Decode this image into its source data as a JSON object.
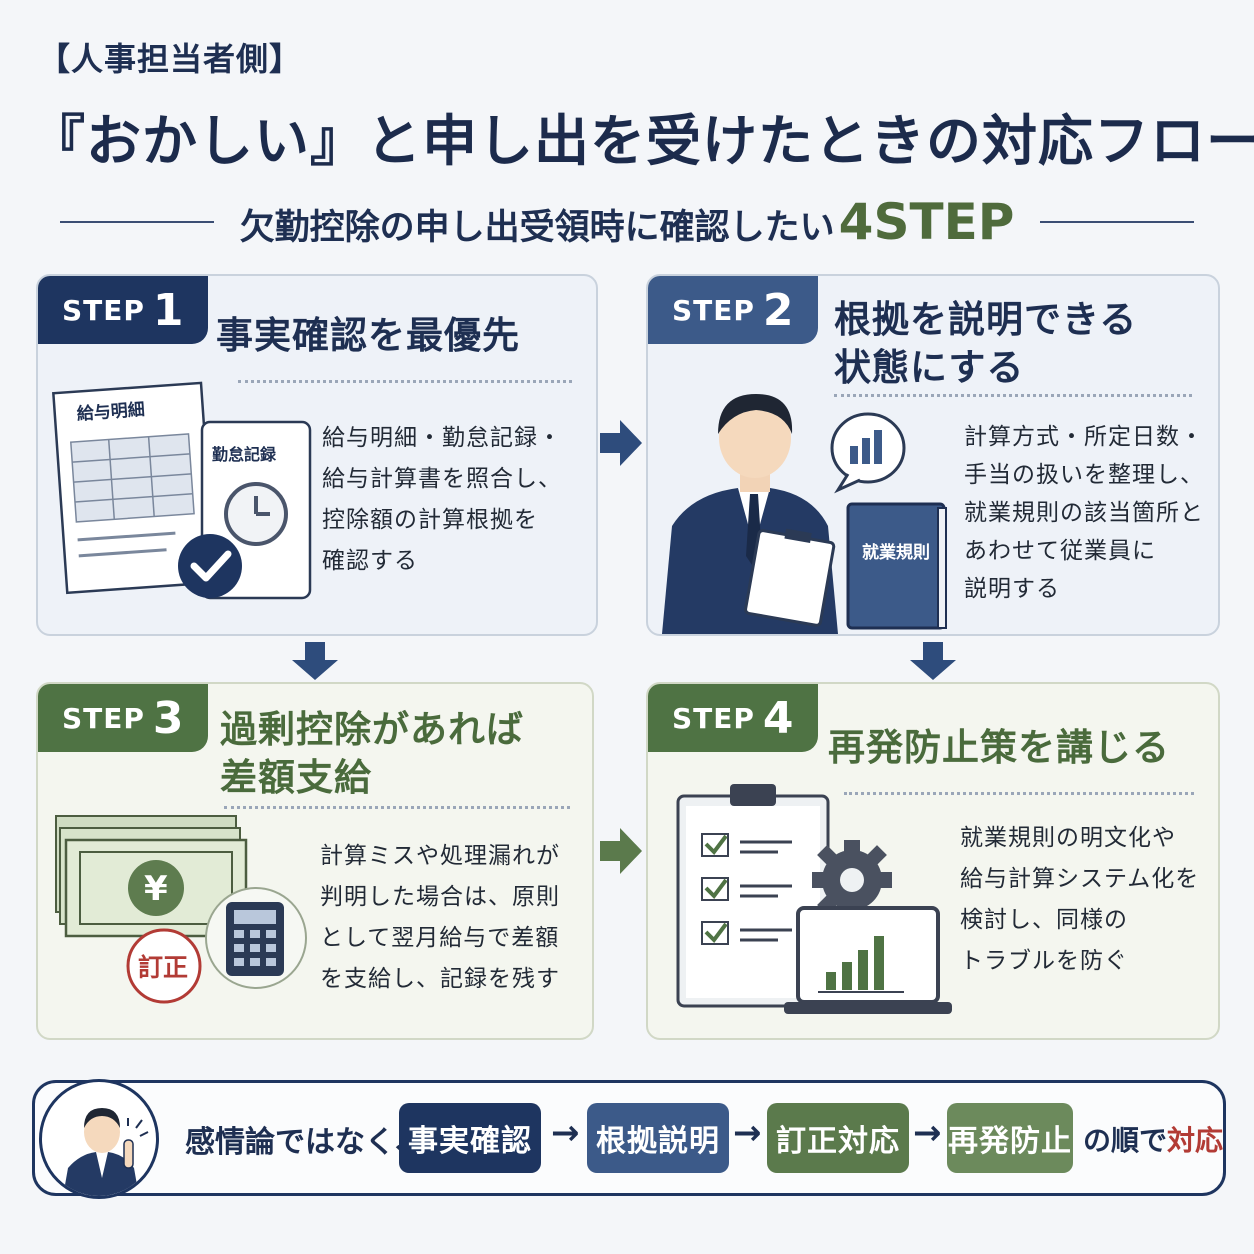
{
  "header": {
    "bracket_title": "【人事担当者側】",
    "main_title": "『おかしい』と申し出を受けたときの対応フロー",
    "subtitle": "欠勤控除の申し出受領時に確認したい",
    "subtitle_accent": "4STEP"
  },
  "steps": [
    {
      "badge_word": "STEP",
      "badge_num": "1",
      "title_line1": "事実確認を最優先",
      "title_line2": "",
      "illustration_labels": [
        "給与明細",
        "勤怠記録"
      ],
      "body": [
        "給与明細・勤怠記録・",
        "給与計算書を照合し、",
        "控除額の計算根拠を",
        "確認する"
      ]
    },
    {
      "badge_word": "STEP",
      "badge_num": "2",
      "title_line1": "根拠を説明できる",
      "title_line2": "状態にする",
      "illustration_labels": [
        "就業規則"
      ],
      "body": [
        "計算方式・所定日数・",
        "手当の扱いを整理し、",
        "就業規則の該当箇所と",
        "あわせて従業員に",
        "説明する"
      ]
    },
    {
      "badge_word": "STEP",
      "badge_num": "3",
      "title_line1": "過剰控除があれば",
      "title_line2": "差額支給",
      "illustration_labels": [
        "¥",
        "訂正"
      ],
      "body": [
        "計算ミスや処理漏れが",
        "判明した場合は、原則",
        "として翌月給与で差額",
        "を支給し、記録を残す"
      ]
    },
    {
      "badge_word": "STEP",
      "badge_num": "4",
      "title_line1": "再発防止策を講じる",
      "title_line2": "",
      "illustration_labels": [],
      "body": [
        "就業規則の明文化や",
        "給与計算システム化を",
        "検討し、同様の",
        "トラブルを防ぐ"
      ]
    }
  ],
  "summary": {
    "lead": "感情論ではなく、",
    "pills": [
      "事実確認",
      "根拠説明",
      "訂正対応",
      "再発防止"
    ],
    "arrow": "→",
    "tail": "の順で",
    "tail_accent": "対応"
  },
  "colors": {
    "navy": "#1e3560",
    "steel": "#3c5a89",
    "green": "#4f7344",
    "accent_red": "#b23b35"
  }
}
